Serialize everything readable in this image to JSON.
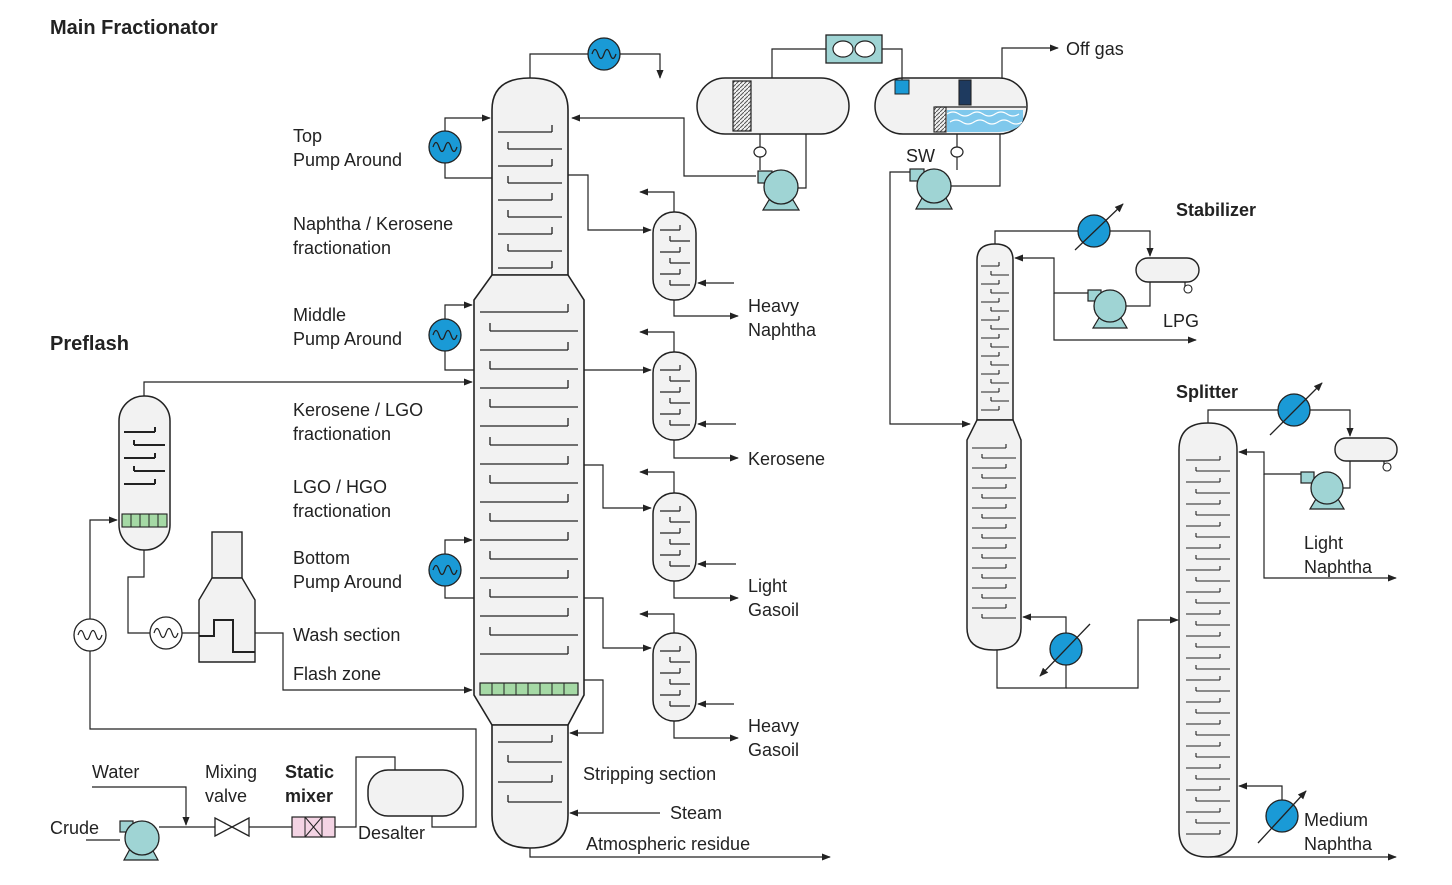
{
  "sections": {
    "main_fractionator": "Main Fractionator",
    "preflash": "Preflash",
    "stabilizer": "Stabilizer",
    "splitter": "Splitter"
  },
  "labels": {
    "top_pump_around": [
      "Top",
      "Pump Around"
    ],
    "naphtha_kerosene": [
      "Naphtha / Kerosene",
      "fractionation"
    ],
    "middle_pump_around": [
      "Middle",
      "Pump Around"
    ],
    "kerosene_lgo": [
      "Kerosene / LGO",
      "fractionation"
    ],
    "lgo_hgo": [
      "LGO / HGO",
      "fractionation"
    ],
    "bottom_pump_around": [
      "Bottom",
      "Pump Around"
    ],
    "wash_section": "Wash section",
    "flash_zone": "Flash zone",
    "stripping_section": "Stripping section",
    "steam": "Steam",
    "atmospheric_residue": "Atmospheric residue",
    "water": "Water",
    "mixing_valve": [
      "Mixing",
      "valve"
    ],
    "static_mixer": [
      "Static",
      "mixer"
    ],
    "crude": "Crude",
    "desalter": "Desalter",
    "heavy_naphtha": [
      "Heavy",
      "Naphtha"
    ],
    "kerosene": "Kerosene",
    "light_gasoil": [
      "Light",
      "Gasoil"
    ],
    "heavy_gasoil": [
      "Heavy",
      "Gasoil"
    ],
    "off_gas": "Off gas",
    "sw": "SW",
    "lpg": "LPG",
    "light_naphtha": [
      "Light",
      "Naphtha"
    ],
    "medium_naphtha": [
      "Medium",
      "Naphtha"
    ]
  },
  "colors": {
    "exchanger": "#1a9ad6",
    "pump": "#9fd4d4",
    "packing": "#a5d9a5",
    "water": "#7fc8ec",
    "vessel_fill": "#f0f0f0",
    "line": "#222222"
  }
}
